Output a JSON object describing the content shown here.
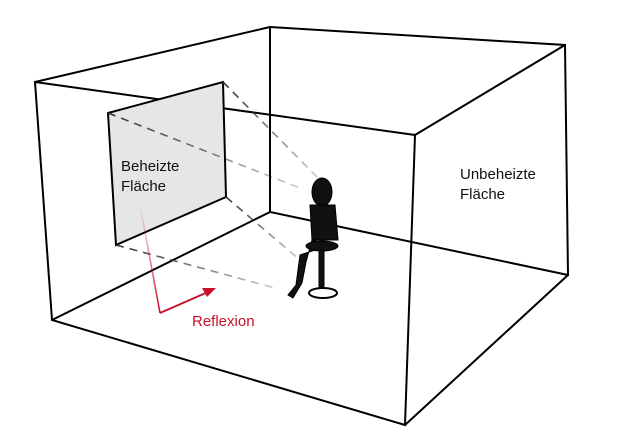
{
  "labels": {
    "heated_line1": "Beheizte",
    "heated_line2": "Fläche",
    "unheated_line1": "Unbeheizte",
    "unheated_line2": "Fläche",
    "reflection": "Reflexion"
  },
  "colors": {
    "reflection": "#c8102e",
    "panel": "#e6e6e6",
    "lines": "#000000"
  }
}
